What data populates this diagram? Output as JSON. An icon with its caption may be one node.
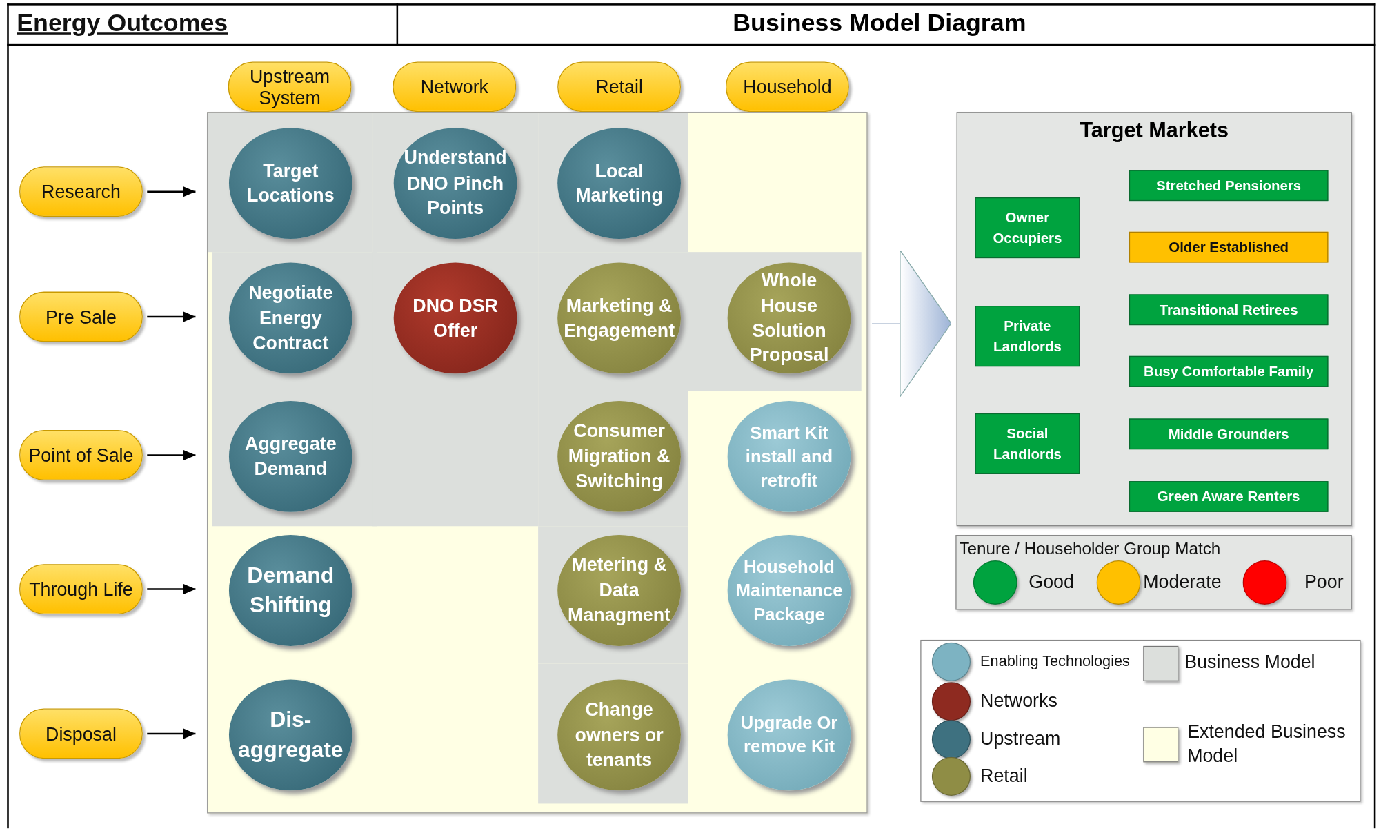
{
  "diagram": {
    "title": "Business Model Diagram",
    "nodes": [
      {
        "text": [
          "Upstream System"
        ]
      },
      {
        "text": [
          "Network"
        ]
      },
      {
        "text": [
          "Retail"
        ]
      },
      {
        "text": [
          "Household"
        ]
      },
      {
        "text": [
          "Research"
        ]
      },
      {
        "text": [
          "Pre Sale"
        ]
      },
      {
        "text": [
          "Point of Sale"
        ]
      },
      {
        "text": [
          "Through Life"
        ]
      },
      {
        "text": [
          "Disposal"
        ]
      },
      {
        "text": [],
        "shape": "box"
      },
      {
        "text": [
          "Target Locations"
        ],
        "in": 9
      },
      {
        "text": [
          "Understand DNO Pinch Points"
        ],
        "in": 9
      },
      {
        "text": [
          "Local Marketing"
        ],
        "in": 9
      },
      {
        "text": [
          "Negotiate Energy Contract"
        ],
        "in": 9
      },
      {
        "text": [
          "DNO DSR Offer"
        ],
        "in": 9
      },
      {
        "text": [
          "Marketing & Engagement"
        ],
        "in": 9
      },
      {
        "text": [
          "Whole House Solution Proposal"
        ],
        "in": 9
      },
      {
        "text": [
          "Aggregate Demand"
        ],
        "in": 9
      },
      {
        "text": [
          "Consumer Migration & Switching"
        ],
        "in": 9
      },
      {
        "text": [
          "Smart Kit install and retrofit"
        ],
        "in": 9
      },
      {
        "text": [
          "Demand Shifting"
        ],
        "in": 9
      },
      {
        "text": [
          "Metering & Data Managment"
        ],
        "in": 9
      },
      {
        "text": [
          "Household Maintenance Package"
        ],
        "in": 9
      },
      {
        "text": [
          "Dis-aggregate"
        ],
        "in": 9
      },
      {
        "text": [
          "Change owners or tenants"
        ],
        "in": 9
      },
      {
        "text": [
          "Upgrade Or remove Kit"
        ],
        "in": 9
      },
      {
        "text": [
          "Target Markets"
        ]
      },
      {
        "text": [
          "Owner Occupiers"
        ],
        "in": 26
      },
      {
        "text": [
          "Private Landlords"
        ],
        "in": 26
      },
      {
        "text": [
          "Social Landlords"
        ],
        "in": 26
      },
      {
        "text": [
          "Stretched Pensioners"
        ],
        "in": 26
      },
      {
        "text": [
          "Older Established"
        ],
        "in": 26
      },
      {
        "text": [
          "Transitional Retirees"
        ],
        "in": 26
      },
      {
        "text": [
          "Busy Comfortable Family"
        ],
        "in": 26
      },
      {
        "text": [
          "Middle Grounders"
        ],
        "in": 26
      },
      {
        "text": [
          "Green Aware Renters"
        ],
        "in": 26
      }
    ],
    "edges": [
      {
        "from": 4,
        "to": 9,
        "arrow": "to"
      },
      {
        "from": 5,
        "to": 9,
        "arrow": "to"
      },
      {
        "from": 6,
        "to": 9,
        "arrow": "to"
      },
      {
        "from": 7,
        "to": 9,
        "arrow": "to"
      },
      {
        "from": 8,
        "to": 9,
        "arrow": "to"
      },
      {
        "from": 9,
        "to": 26,
        "arrow": "to",
        "color": "#c8d2e0"
      }
    ],
    "labels": [
      "Energy Outcomes",
      "Tenure / Householder Group Match"
    ],
    "legend": [
      {
        "text": "Good",
        "color": "#00a33f"
      },
      {
        "text": "Moderate",
        "color": "#ffc000"
      },
      {
        "text": "Poor",
        "color": "#ff0000"
      },
      {
        "text": "Enabling Technologies",
        "color": "#7db3c2"
      },
      {
        "text": "Networks",
        "color": "#8e2a20"
      },
      {
        "text": "Upstream",
        "color": "#3e7180"
      },
      {
        "text": "Retail",
        "color": "#8f8d45"
      },
      {
        "text": "Business Model",
        "color": "#dcdfdc"
      },
      {
        "text": "Extended Business Model",
        "color": "#ffffe4"
      }
    ]
  }
}
